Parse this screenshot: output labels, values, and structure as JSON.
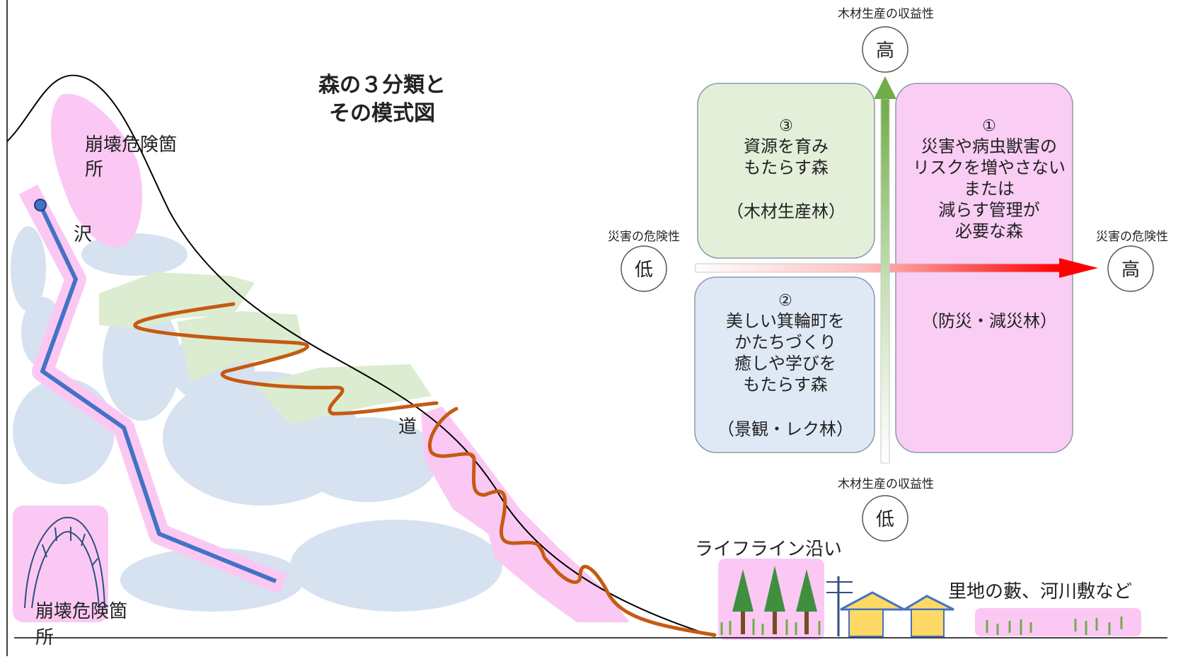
{
  "title": [
    "森の３分類と",
    "その模式図"
  ],
  "slope_labels": {
    "danger_top": [
      "崩壊危険箇",
      "所"
    ],
    "stream": "沢",
    "road": "道",
    "danger_bottom": [
      "崩壊危険箇",
      "所"
    ],
    "lifeline": "ライフライン沿い",
    "satochi": "里地の藪、河川敷など"
  },
  "axes": {
    "y_top_label": "木材生産の収益性",
    "y_top_value": "高",
    "y_bottom_label": "木材生産の収益性",
    "y_bottom_value": "低",
    "x_left_label": "災害の危険性",
    "x_left_value": "低",
    "x_right_label": "災害の危険性",
    "x_right_value": "高"
  },
  "quadrants": {
    "q1": {
      "number": "①",
      "lines": [
        "災害や病虫獣害の",
        "リスクを増やさない",
        "または",
        "減らす管理が",
        "必要な森"
      ],
      "tag": "（防災・減災林）",
      "color": "#f9cdf4"
    },
    "q2": {
      "number": "②",
      "lines": [
        "美しい箕輪町を",
        "かたちづくり",
        "癒しや学びを",
        "もたらす森"
      ],
      "tag": "（景観・レク林）",
      "color": "#dfe9f6"
    },
    "q3": {
      "number": "③",
      "lines": [
        "資源を育み",
        "もたらす森"
      ],
      "tag": "（木材生産林）",
      "color": "#e4efd9"
    }
  },
  "colors": {
    "pink": "#fbc8f4",
    "blue_forest": "#d6e2f0",
    "green_forest": "#dbecd0",
    "stream": "#4472c4",
    "road": "#c55a11",
    "arrow_up": "#70ad47",
    "arrow_right": "#ff0000",
    "tree": "#3f8f3f",
    "house": "#ffd966"
  }
}
